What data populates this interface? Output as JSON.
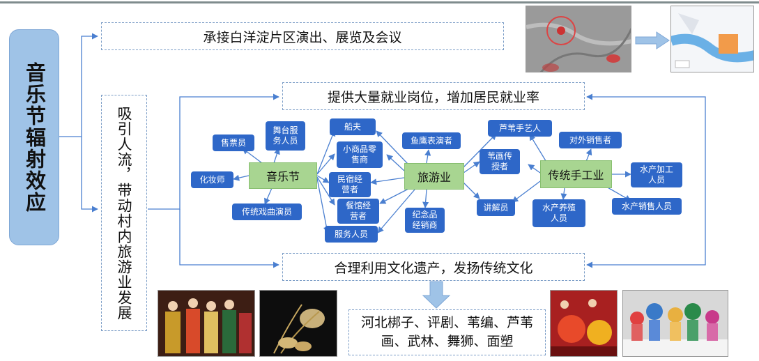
{
  "main_label": "音乐节辐射效应",
  "left_vertical_label": "吸引人流，带动村内旅游业发展",
  "top_box": "承接白洋淀片区演出、展览及会议",
  "employment_box": "提供大量就业岗位，增加居民就业率",
  "culture_box": "合理利用文化遗产，发扬传统文化",
  "heritage_box": "河北梆子、评剧、苇编、芦苇画、武林、舞狮、面塑",
  "hubs": {
    "music_festival": "音乐节",
    "tourism": "旅游业",
    "handicraft": "传统手工业"
  },
  "roles": {
    "ticket_seller": "售票员",
    "stage_staff": "舞台服务人员",
    "makeup_artist": "化妆师",
    "opera_performer": "传统戏曲演员",
    "boatman": "船夫",
    "souvenir_vendor": "小商品零售商",
    "homestay_operator": "民宿经营者",
    "restaurant_operator": "餐馆经营者",
    "service_staff": "服务人员",
    "cormorant_performer": "鱼鹰表演者",
    "souvenir_dealer": "纪念品经销商",
    "reed_weaving_teacher": "苇画传授者",
    "guide": "讲解员",
    "reed_artisan": "芦苇手艺人",
    "export_seller": "对外销售者",
    "aquatic_processor": "水产加工人员",
    "aquatic_farmer": "水产养殖人员",
    "aquatic_seller": "水产销售人员"
  },
  "colors": {
    "main_box": "#9fc3e7",
    "role_node": "#2e67c8",
    "hub_node": "#a8d591",
    "connector": "#4a7fd0",
    "dashed_border": "#7a9cc6",
    "arrow_down": "#9fc3e7"
  }
}
